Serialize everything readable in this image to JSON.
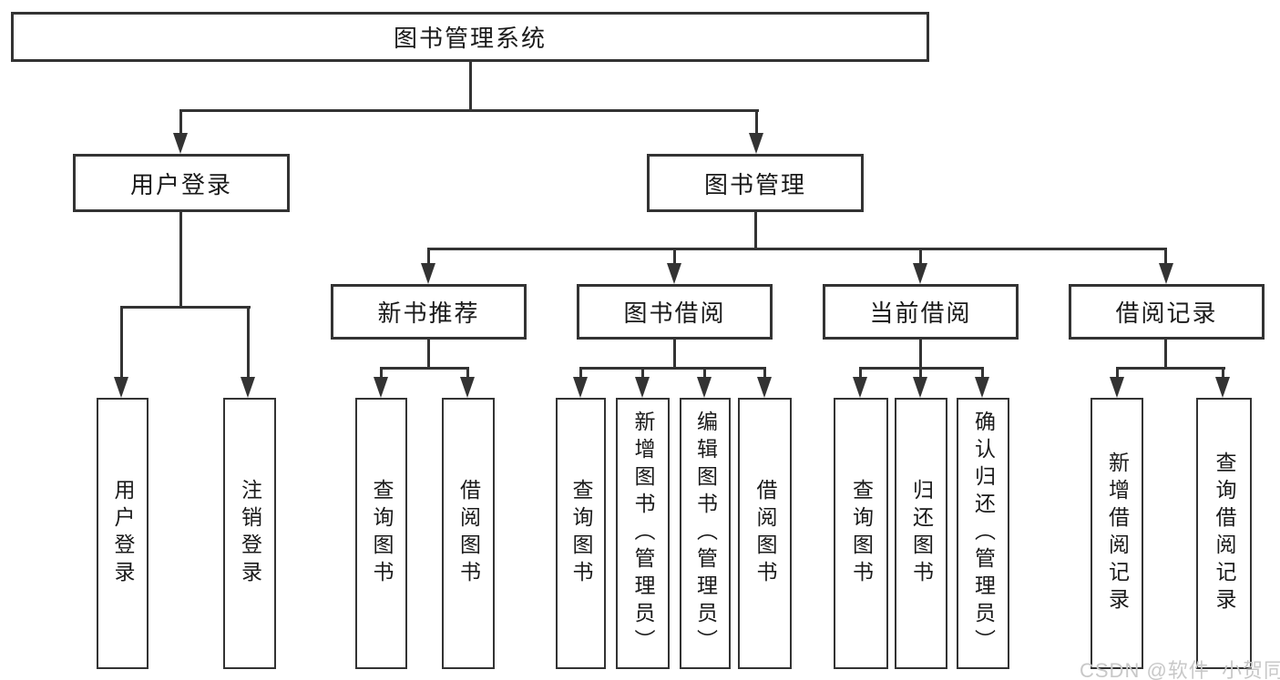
{
  "colors": {
    "background": "#ffffff",
    "line": "#333333",
    "text": "#1a1a1a",
    "watermark": "#c8c8c8"
  },
  "watermark": "CSDN @软件_小贺同学",
  "tree": {
    "root": "图书管理系统",
    "branches": [
      {
        "label": "用户登录",
        "leaves": [
          "用户登录",
          "注销登录"
        ]
      },
      {
        "label": "图书管理",
        "groups": [
          {
            "label": "新书推荐",
            "leaves": [
              "查询图书",
              "借阅图书"
            ]
          },
          {
            "label": "图书借阅",
            "leaves": [
              "查询图书",
              "新增图书（管理员）",
              "编辑图书（管理员）",
              "借阅图书"
            ]
          },
          {
            "label": "当前借阅",
            "leaves": [
              "查询图书",
              "归还图书",
              "确认归还（管理员）"
            ]
          },
          {
            "label": "借阅记录",
            "leaves": [
              "新增借阅记录",
              "查询借阅记录"
            ]
          }
        ]
      }
    ]
  }
}
